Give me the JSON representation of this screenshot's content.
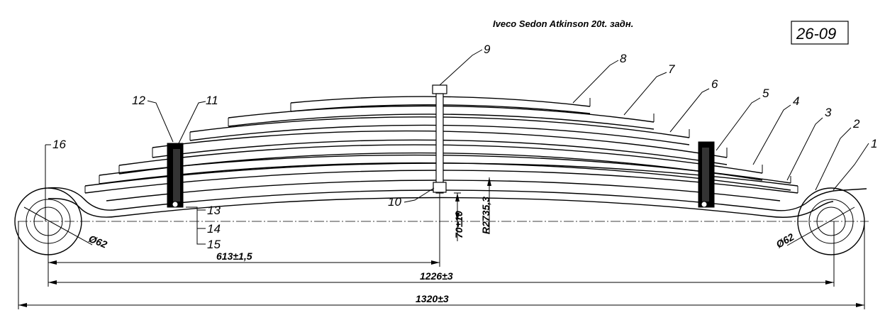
{
  "title": "Iveco Sedon Atkinson 20t. задн.",
  "drawing_code": "26-09",
  "part_labels": [
    "1",
    "2",
    "3",
    "4",
    "5",
    "6",
    "7",
    "8",
    "9",
    "10",
    "11",
    "12",
    "13",
    "14",
    "15",
    "16"
  ],
  "dimensions": {
    "eye_diameter_left": "Ø62",
    "eye_diameter_right": "Ø62",
    "half_length": "613±1,5",
    "eye_center_span": "1226±3",
    "overall_length": "1320±3",
    "bolt_height": "70±10",
    "radius": "R2735,3"
  }
}
